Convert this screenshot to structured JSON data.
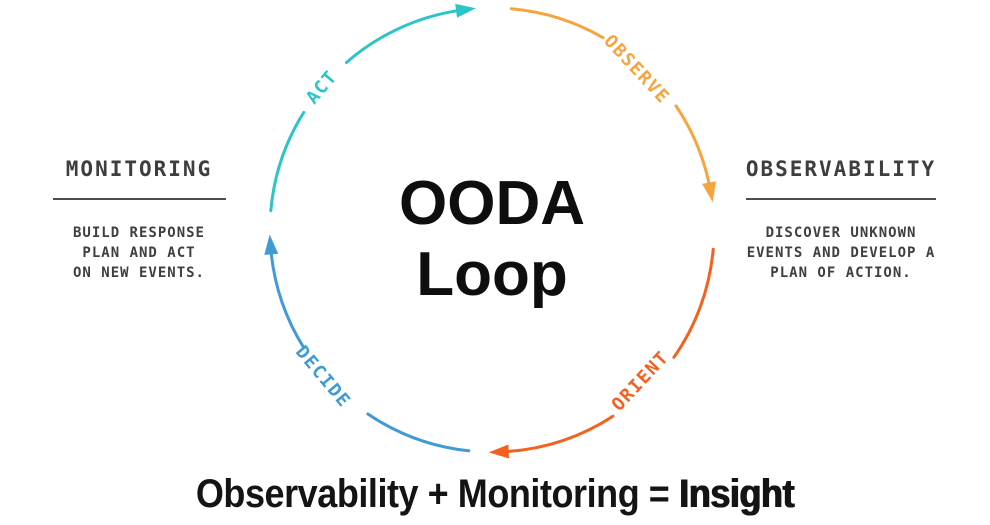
{
  "title": {
    "line1": "OODA",
    "line2": "Loop"
  },
  "loop": {
    "steps": [
      {
        "id": "act",
        "label": "ACT",
        "color": "#2BC4C8"
      },
      {
        "id": "observe",
        "label": "OBSERVE",
        "color": "#F8A43E"
      },
      {
        "id": "orient",
        "label": "ORIENT",
        "color": "#F4611F"
      },
      {
        "id": "decide",
        "label": "DECIDE",
        "color": "#3E9BD5"
      }
    ]
  },
  "left_panel": {
    "heading": "MONITORING",
    "body_lines": [
      "BUILD RESPONSE",
      "PLAN AND ACT",
      "ON NEW EVENTS."
    ]
  },
  "right_panel": {
    "heading": "OBSERVABILITY",
    "body_lines": [
      "DISCOVER UNKNOWN",
      "EVENTS AND DEVELOP A",
      "PLAN OF ACTION."
    ]
  },
  "formula": {
    "prefix": "Observability + Monitoring =",
    "result": "Insight"
  },
  "colors": {
    "background": "#FFFFFF",
    "heading_text": "#3E3E3E",
    "body_text": "#3F3F3F",
    "divider": "#4C4C4C",
    "title_text": "#0E0E0E",
    "formula_text": "#141414"
  }
}
